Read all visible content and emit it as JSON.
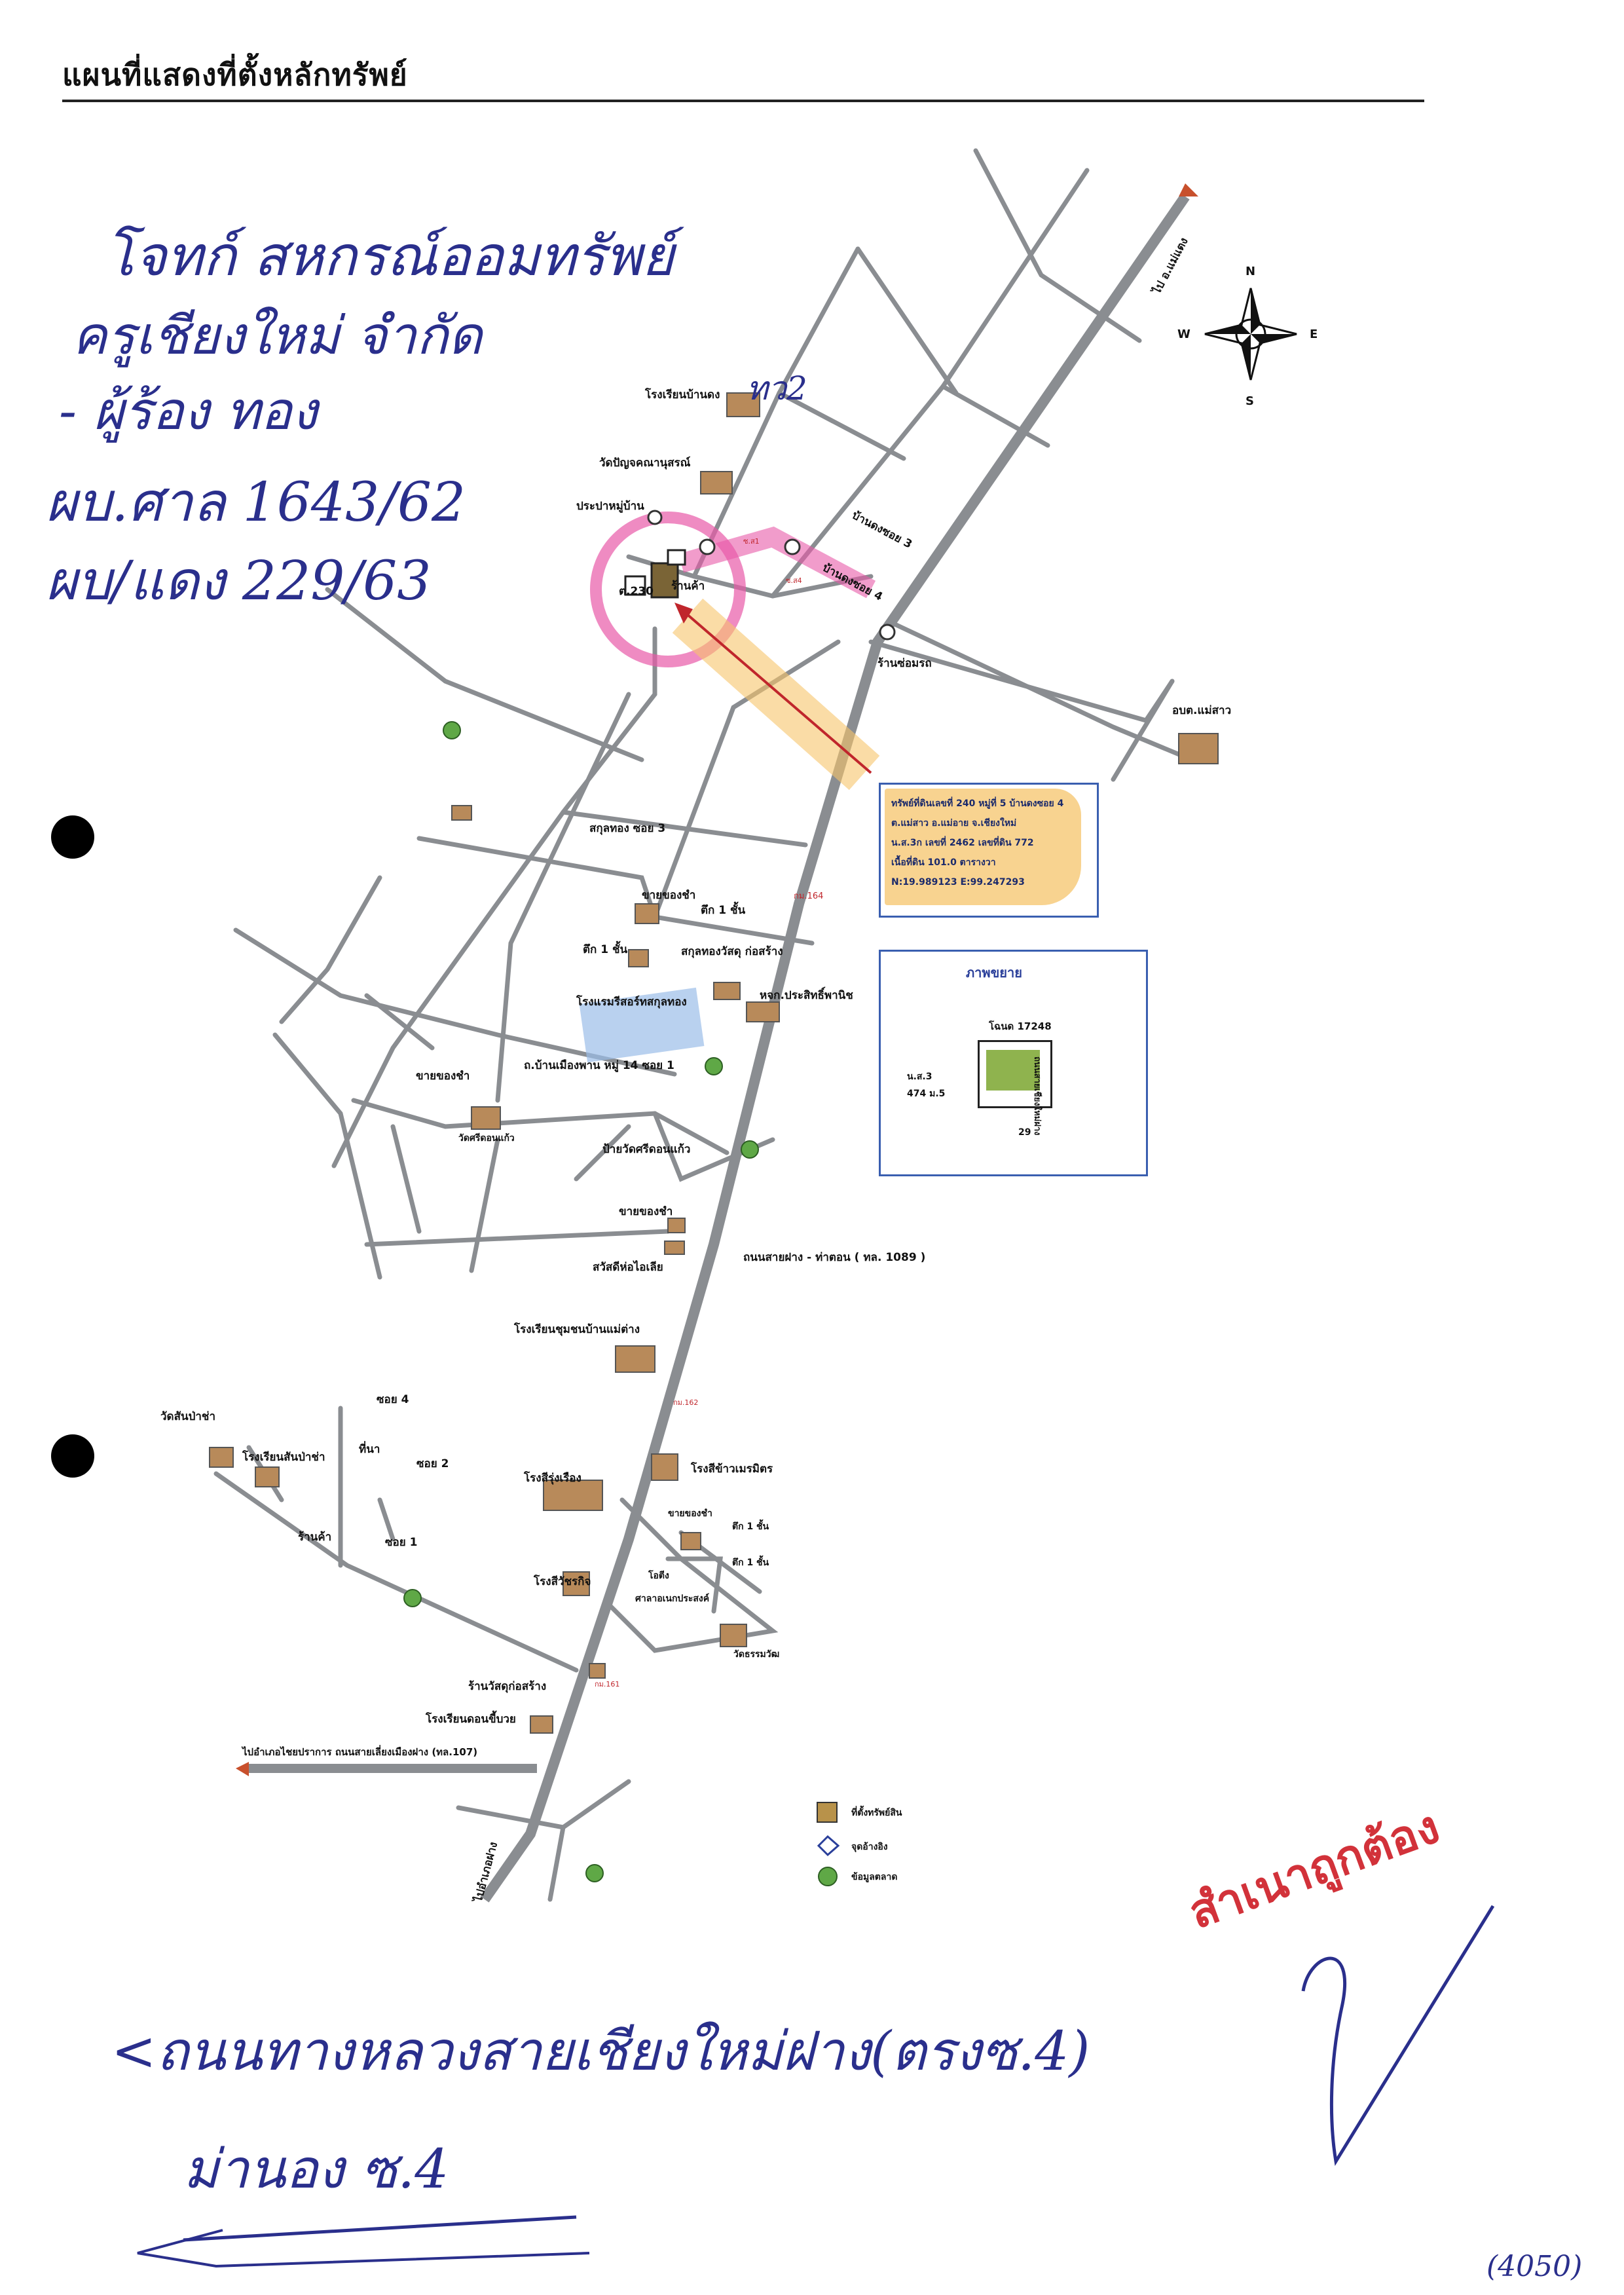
{
  "header": {
    "title": "แผนที่แสดงที่ตั้งหลักทรัพย์"
  },
  "handwriting": {
    "line1": "โจทก์ สหกรณ์ออมทรัพย์",
    "line2": "ครูเชียงใหม่ จำกัด",
    "line3": "- ผู้ร้อง ทอง",
    "case1": "ผบ.ศาล 1643/62",
    "case2": "ผบ/แดง 229/63",
    "mark": "ทว2",
    "bottom1": "<ถนนทางหลวงสายเชียงใหม่ฝาง(ตรงซ.4)",
    "bottom2": "ม่านอง ซ.4",
    "page_no": "(4050)"
  },
  "stamp": {
    "text": "สำเนาถูกต้อง"
  },
  "compass": {
    "n": "N",
    "s": "S",
    "e": "E",
    "w": "W"
  },
  "places": {
    "to_maetaeng": "ไป อ.แม่แตง",
    "school_bankongnoi": "โรงเรียนบ้านดง",
    "wat_pan": "วัดปัญจคณานุสรณ์",
    "village_tap": "ประปาหมู่บ้าน",
    "lot": "ต.230",
    "shop1": "ร้านค้า",
    "ban_kong_3": "บ้านดงซอย 3",
    "ban_kong_4": "บ้านดงซอย 4",
    "soi_a": "ซ.ส1",
    "soi_b": "ซ.ส4",
    "motorcycle": "ร้านซ่อมรถ",
    "obt": "อบต.แม่สาว",
    "sakunthong3": "สกุลทอง ซอย 3",
    "shop_lam": "ขายของชำ",
    "two_storey": "ตึก 1 ชั้น",
    "one_storey": "ตึก 1 ชั้น",
    "sakunthong_construct": "สกุลทองวัสดุ ก่อสร้าง",
    "km164": "กม.164",
    "hotel": "โรงแรมรีสอร์ทสกุลทอง",
    "hardware": "หจก.ประสิทธิ์พานิช",
    "shop_lam2": "ขายของชำ",
    "ban_mueangpan": "ถ.บ้านเมืองพาน หมู่ 14 ซอย 1",
    "wat_sriton": "วัดศรีดอนแก้ว",
    "sign_wat": "ป้ายวัดศรีดอนแก้ว",
    "shop_lam3": "ขายของชำ",
    "sawasdee": "สวัสดีห่อไอเลีย",
    "road": "ถนนสายฝาง - ท่าตอน ( ทล. 1089 )",
    "school_community": "โรงเรียนชุมชนบ้านแม่ต่าง",
    "km162": "กม.162",
    "wat_sanpaya": "วัดสันป่าช่า",
    "school_sanpaya": "โรงเรียนสันป่าช่า",
    "soi4": "ซอย 4",
    "teemoo": "ที่นา",
    "soi2": "ซอย 2",
    "shop2": "ร้านค้า",
    "soi1": "ซอย 1",
    "rice_mill": "โรงสีรุ่งเรือง",
    "rice_mill2": "โรงสีข้าวเมรมิตร",
    "shop_lam4": "ขายของชำ",
    "t1a": "ตึก 1 ชั้น",
    "t1b": "ตึก 1 ชั้น",
    "house": "โอตีง",
    "pavilion": "ศาลาอเนกประสงค์",
    "rice_mill3": "โรงสีวัชรกิจ",
    "wat_chai": "วัดธรรมวัฒ",
    "supply": "ร้านวัสดุก่อสร้าง",
    "km161": "กม.161",
    "school_don": "โรงเรียนดอนขี้บวย",
    "to_province": "ไปอำเภอไชยปราการ ถนนสายเลี่ยงเมืองฝาง (ทล.107)",
    "to_fang": "ไปอำเภอฝาง"
  },
  "info_box": {
    "l1": "ทรัพย์ที่ดินเลขที่ 240 หมู่ที่ 5 บ้านดงซอย 4",
    "l2": "ต.แม่สาว อ.แม่อาย จ.เชียงใหม่",
    "l3": "น.ส.3ก เลขที่ 2462 เลขที่ดิน 772",
    "l4": "เนื้อที่ดิน 101.0 ตารางวา",
    "l5": "N:19.989123  E:99.247293"
  },
  "enlarge": {
    "title": "ภาพขยาย",
    "deed": "โฉนด 17248",
    "ns3": "น.ส.3",
    "area": "474 ม.5",
    "side_road": "ถนนสายเชียงใหม่ฝาง",
    "lot_no": "29"
  },
  "legend": {
    "item1": "ที่ตั้งทรัพย์สิน",
    "item2": "จุดอ้างอิง",
    "item3": "ข้อมูลตลาด"
  },
  "colors": {
    "road": "#8a8d91",
    "highlight_pink": "#e85aa8",
    "highlight_yellow": "#f6c46b",
    "box_blue": "#3a5fb0",
    "ink": "#2a2f8c",
    "stamp_red": "#d2323a"
  }
}
